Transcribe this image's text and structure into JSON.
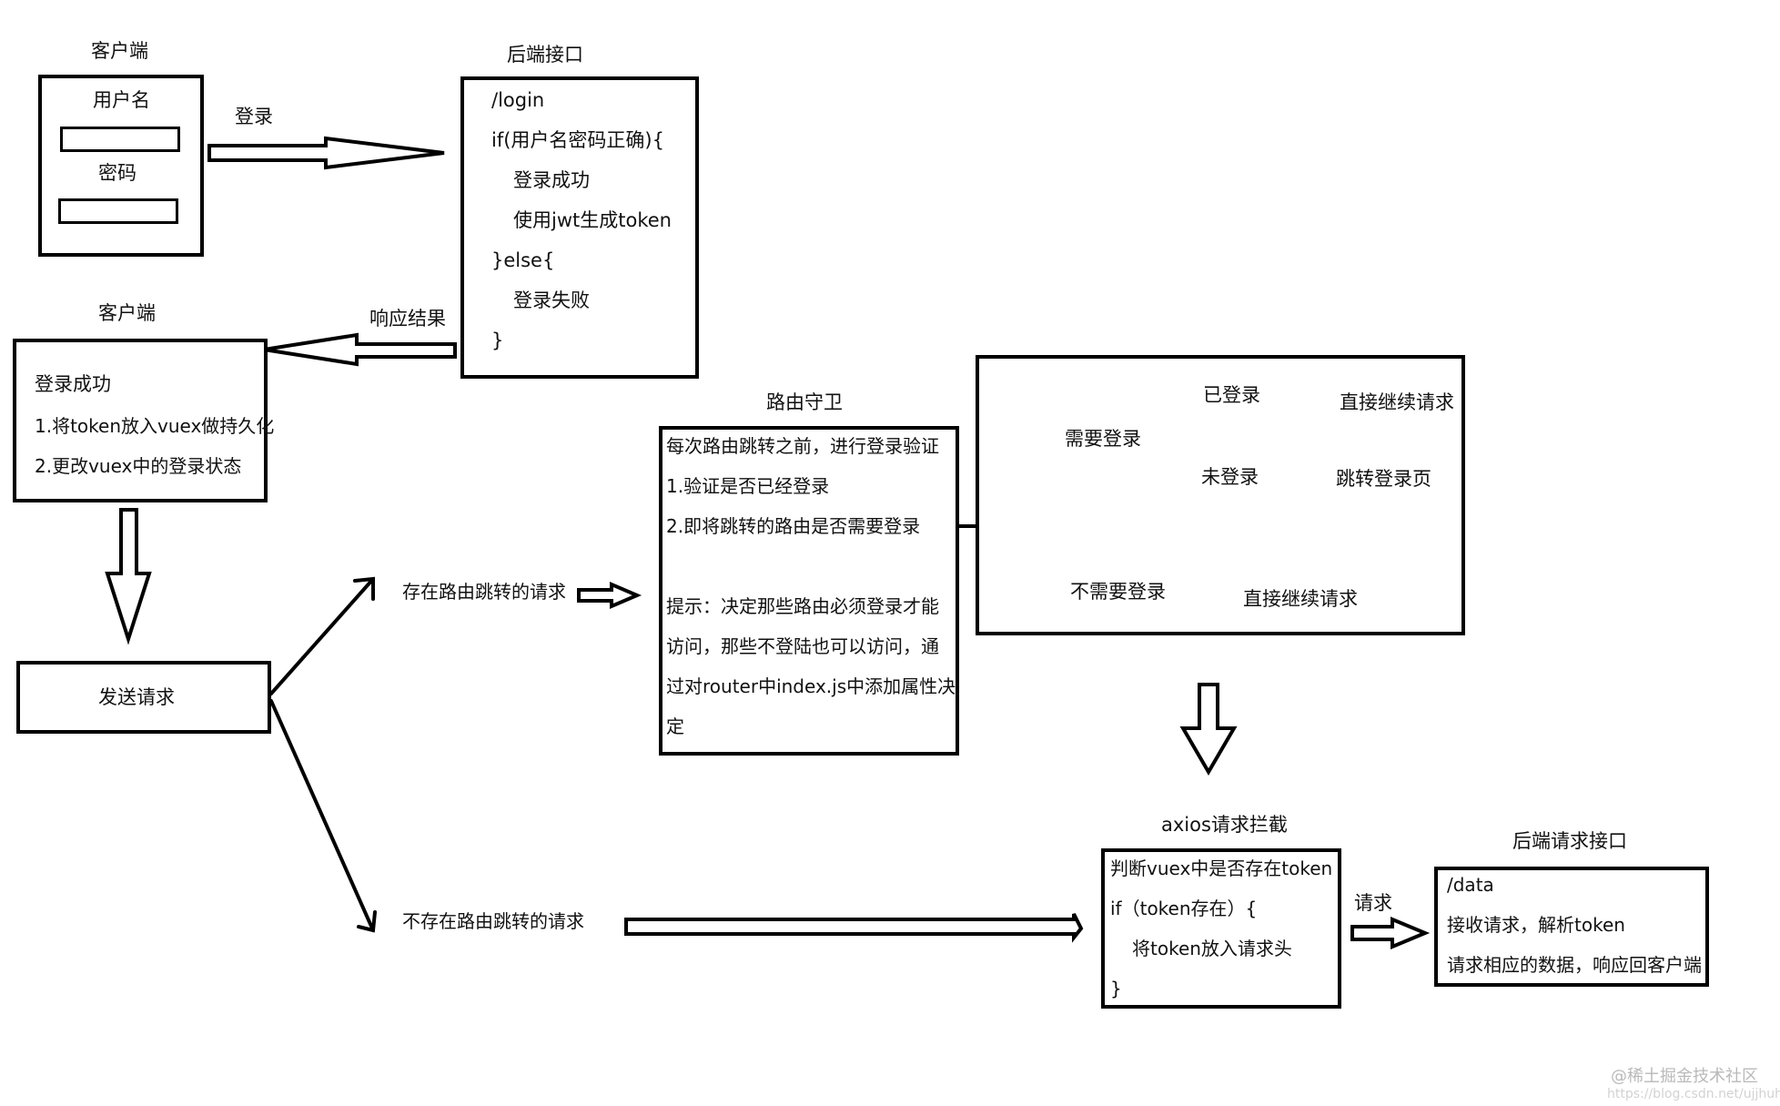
{
  "client_login": {
    "title": "客户端",
    "username_label": "用户名",
    "password_label": "密码"
  },
  "login_arrow_label": "登录",
  "backend_login": {
    "title": "后端接口",
    "lines": [
      "/login",
      "if(用户名密码正确){",
      "登录成功",
      "使用jwt生成token",
      "}else{",
      "登录失败",
      "}"
    ]
  },
  "response_arrow_label": "响应结果",
  "client_result": {
    "title": "客户端",
    "lines": [
      "登录成功",
      "1.将token放入vuex做持久化",
      "2.更改vuex中的登录状态"
    ]
  },
  "send_request": {
    "label": "发送请求"
  },
  "route_request_label": "存在路由跳转的请求",
  "no_route_request_label": "不存在路由跳转的请求",
  "router_guard": {
    "title": "路由守卫",
    "lines": [
      "每次路由跳转之前，进行登录验证",
      "1.验证是否已经登录",
      "2.即将跳转的路由是否需要登录",
      "提示：决定那些路由必须登录才能",
      "访问，那些不登陆也可以访问，通",
      "过对router中index.js中添加属性决",
      "定"
    ]
  },
  "decision": {
    "need_login": "需要登录",
    "logged_in": "已登录",
    "logged_in_result": "直接继续请求",
    "not_logged_in": "未登录",
    "not_logged_in_result": "跳转登录页",
    "no_need_login": "不需要登录",
    "no_need_login_result": "直接继续请求"
  },
  "axios_interceptor": {
    "title": "axios请求拦截",
    "lines": [
      "判断vuex中是否存在token",
      "if（token存在）{",
      "将token放入请求头",
      "}"
    ]
  },
  "request_arrow_label": "请求",
  "backend_data": {
    "title": "后端请求接口",
    "lines": [
      "/data",
      "接收请求，解析token",
      "请求相应的数据，响应回客户端"
    ]
  },
  "watermark": {
    "line1": "@稀土掘金技术社区",
    "line2": "https://blog.csdn.net/ujjhuhu"
  }
}
